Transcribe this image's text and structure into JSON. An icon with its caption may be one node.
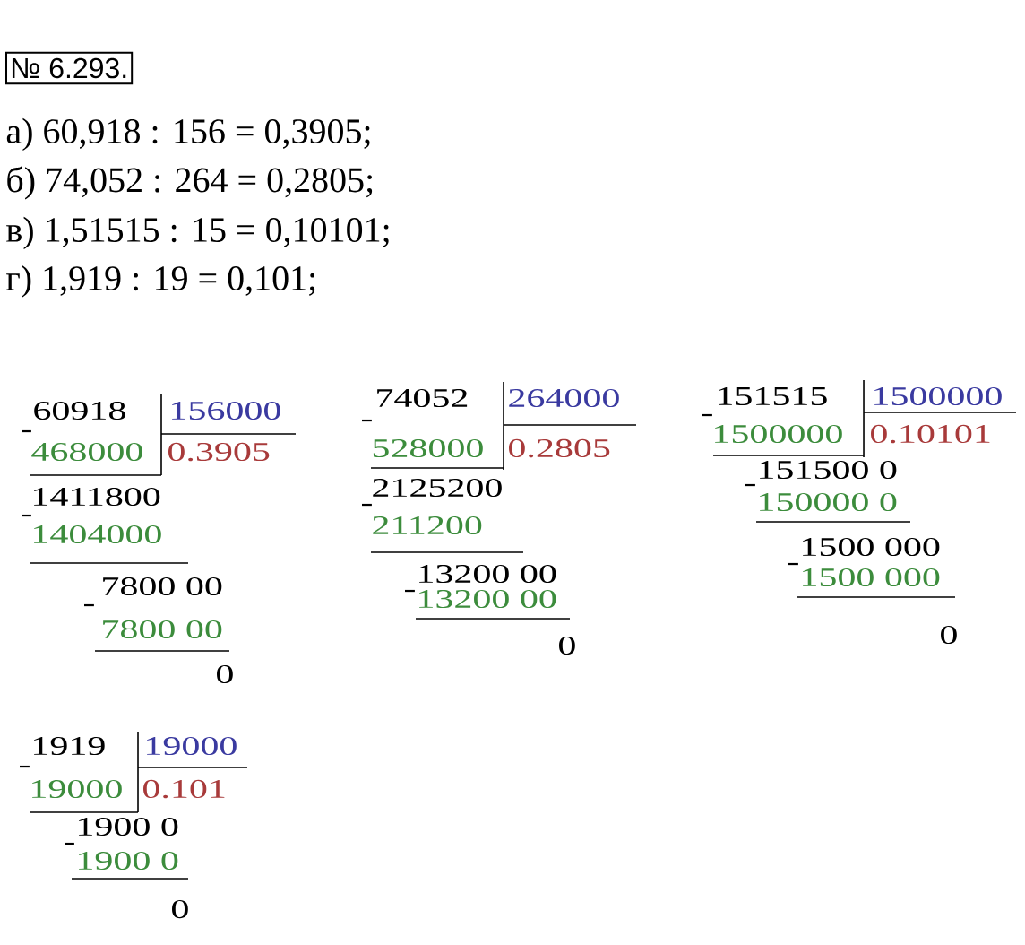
{
  "diagram": {
    "nodes": [
      {
        "text": [
          "№ 6.293."
        ]
      }
    ],
    "labels": [
      "а) 60,918 : 156 = 0,3905;",
      "б) 74,052 : 264 = 0,2805;",
      "в) 1,51515 : 15 = 0,10101;",
      "г) 1,919 : 19 = 0,101;",
      "60918",
      "156000",
      "-",
      "468000",
      "0.3905",
      "1411800",
      "-",
      "1404000",
      "7800 00",
      "-",
      "7800 00",
      "0",
      "74052",
      "264000",
      "-",
      "528000",
      "0.2805",
      "2125200",
      "-",
      "211200",
      "13200 00",
      "-",
      "13200 00",
      "0",
      "151515",
      "1500000",
      "-",
      "1500000",
      "0.10101",
      "151500 0",
      "-",
      "150000 0",
      "1500 000",
      "-",
      "1500 000",
      "0",
      "1919",
      "19000",
      "-",
      "19000",
      "0.101",
      "1900 0",
      "-",
      "1900 0",
      "0"
    ]
  }
}
